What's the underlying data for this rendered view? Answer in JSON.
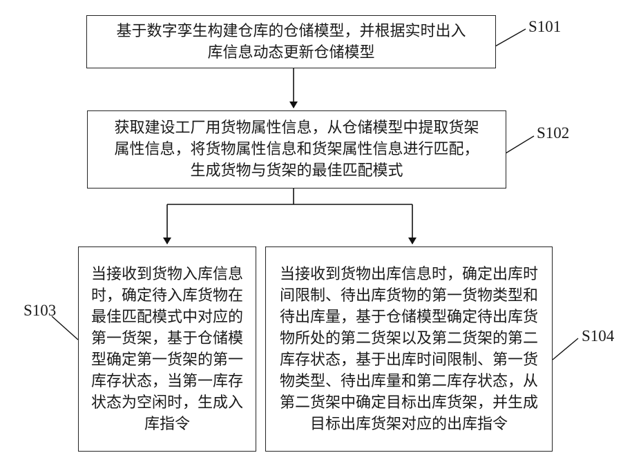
{
  "steps": {
    "s101": {
      "label": "S101",
      "text": "基于数字孪生构建仓库的仓储模型，并根据实时出入库信息动态更新仓储模型"
    },
    "s102": {
      "label": "S102",
      "text": "获取建设工厂用货物属性信息，从仓储模型中提取货架属性信息，将货物属性信息和货架属性信息进行匹配，生成货物与货架的最佳匹配模式"
    },
    "s103": {
      "label": "S103",
      "text": "当接收到货物入库信息时，确定待入库货物在最佳匹配模式中对应的第一货架，基于仓储模型确定第一货架的第一库存状态，当第一库存状态为空闲时，生成入库指令"
    },
    "s104": {
      "label": "S104",
      "text": "当接收到货物出库信息时，确定出库时间限制、待出库货物的第一货物类型和待出库量，基于仓储模型确定待出库货物所处的第二货架以及第二货架的第二库存状态，基于出库时间限制、第一货物类型、待出库量和第二库存状态，从第二货架中确定目标出库货架，并生成目标出库货架对应的出库指令"
    }
  }
}
